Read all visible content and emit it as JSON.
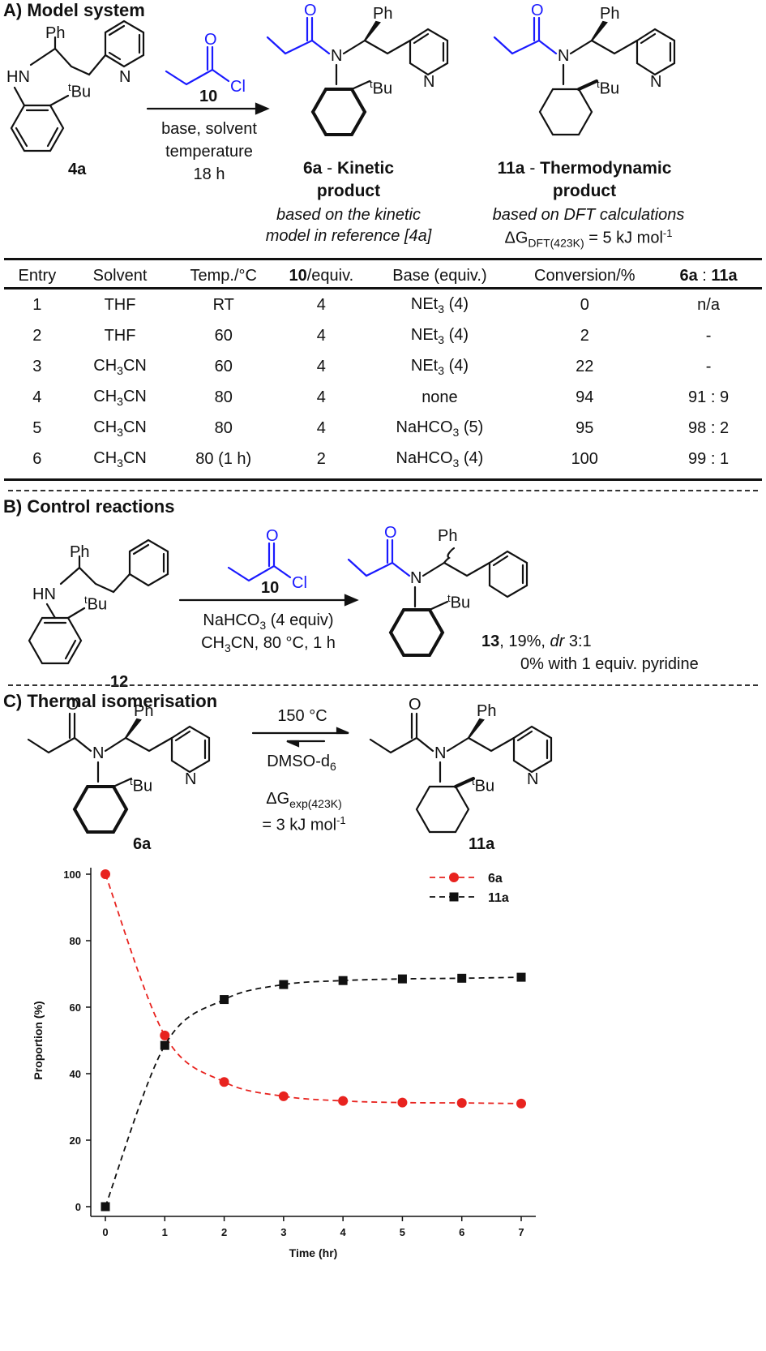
{
  "sectionA": {
    "title": "A) Model system",
    "reagent_number": "10",
    "conditions": [
      "base, solvent",
      "temperature",
      "18 h"
    ],
    "sm_label": "4a",
    "kinetic": {
      "number": "6a",
      "dash": " - ",
      "word1": "Kinetic",
      "word2": "product",
      "note1": "based on the kinetic",
      "note2": "model in reference [4a]"
    },
    "thermo": {
      "number": "11a",
      "dash": " - ",
      "word1": "Thermodynamic",
      "word2": "product",
      "note1": "based on DFT calculations",
      "dg_symbol": "ΔG",
      "dg_sub": "DFT(423K)",
      "dg_value": " = 5 kJ mol",
      "dg_sup": "-1"
    }
  },
  "table": {
    "headers": [
      "Entry",
      "Solvent",
      "Temp./°C",
      "/equiv.",
      "Base (equiv.)",
      "Conversion/%",
      " : "
    ],
    "header_bold_parts": {
      "reagent": "10",
      "left": "6a",
      "right": "11a"
    },
    "rows": [
      {
        "entry": "1",
        "solvent": "THF",
        "temp": "RT",
        "equiv": "4",
        "base": "NEt",
        "base_sub": "3",
        "base_tail": " (4)",
        "conversion": "0",
        "ratio": "n/a"
      },
      {
        "entry": "2",
        "solvent": "THF",
        "temp": "60",
        "equiv": "4",
        "base": "NEt",
        "base_sub": "3",
        "base_tail": " (4)",
        "conversion": "2",
        "ratio": "-"
      },
      {
        "entry": "3",
        "solvent": "CH3CN",
        "temp": "60",
        "equiv": "4",
        "base": "NEt",
        "base_sub": "3",
        "base_tail": " (4)",
        "conversion": "22",
        "ratio": "-"
      },
      {
        "entry": "4",
        "solvent": "CH3CN",
        "temp": "80",
        "equiv": "4",
        "base": "none",
        "base_sub": "",
        "base_tail": "",
        "conversion": "94",
        "ratio": "91 : 9"
      },
      {
        "entry": "5",
        "solvent": "CH3CN",
        "temp": "80",
        "equiv": "4",
        "base": "NaHCO",
        "base_sub": "3",
        "base_tail": " (5)",
        "conversion": "95",
        "ratio": "98 : 2"
      },
      {
        "entry": "6",
        "solvent": "CH3CN",
        "temp": "80 (1 h)",
        "equiv": "2",
        "base": "NaHCO",
        "base_sub": "3",
        "base_tail": " (4)",
        "conversion": "100",
        "ratio": "99 : 1"
      }
    ]
  },
  "sectionB": {
    "title": "B) Control reactions",
    "reagent_number": "10",
    "cond1": "NaHCO",
    "cond1_sub": "3",
    "cond1_tail": " (4 equiv)",
    "cond2": "CH",
    "cond2_sub": "3",
    "cond2_tail": "CN, 80 °C, 1 h",
    "sm_label": "12",
    "product_number": "13",
    "product_yield": ", 19%, ",
    "product_dr": "dr",
    "product_ratio": " 3:1",
    "pyridine_note": "0% with 1 equiv. pyridine"
  },
  "sectionC": {
    "title": "C) Thermal isomerisation",
    "temperature": "150 °C",
    "solvent": "DMSO-d",
    "solvent_sub": "6",
    "dg_symbol": "ΔG",
    "dg_sub": "exp(423K)",
    "dg_value": "= 3 kJ mol",
    "dg_sup": "-1",
    "left_label": "6a",
    "right_label": "11a"
  },
  "atoms": {
    "Ph": "Ph",
    "HN": "HN",
    "N": "N",
    "O": "O",
    "Cl": "Cl",
    "t": "t",
    "Bu": "Bu"
  },
  "colors": {
    "reagent_blue": "#1a1aff",
    "series_6a": "#e8231f",
    "series_11a": "#111111"
  },
  "chart_data": {
    "type": "line",
    "xlabel": "Time (hr)",
    "ylabel": "Proportion (%)",
    "xlim": [
      0,
      7
    ],
    "ylim": [
      0,
      100
    ],
    "xticks": [
      0,
      1,
      2,
      3,
      4,
      5,
      6,
      7
    ],
    "yticks": [
      0,
      20,
      40,
      60,
      80,
      100
    ],
    "legend_position": "top-right",
    "x": [
      0,
      1,
      2,
      3,
      4,
      5,
      6,
      7
    ],
    "series": [
      {
        "name": "6a",
        "marker": "circle",
        "line": "dashed",
        "color": "#e8231f",
        "values": [
          100,
          51.5,
          37.5,
          33.2,
          31.8,
          31.3,
          31.2,
          31.0
        ]
      },
      {
        "name": "11a",
        "marker": "square",
        "line": "dashed",
        "color": "#111111",
        "values": [
          0,
          48.5,
          62.3,
          66.8,
          68.0,
          68.5,
          68.7,
          69.0
        ]
      }
    ]
  }
}
